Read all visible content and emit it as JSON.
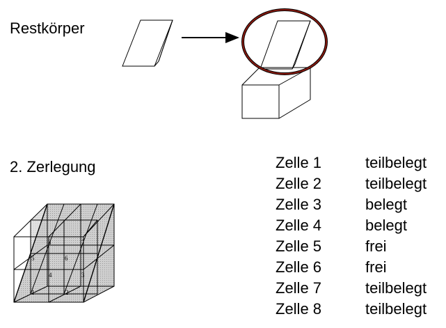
{
  "labels": {
    "restkoerper": "Restkörper",
    "zerlegung": "2. Zerlegung"
  },
  "cells": [
    {
      "name": "Zelle 1",
      "state": "teilbelegt"
    },
    {
      "name": "Zelle 2",
      "state": "teilbelegt"
    },
    {
      "name": "Zelle 3",
      "state": "belegt"
    },
    {
      "name": "Zelle 4",
      "state": "belegt"
    },
    {
      "name": "Zelle 5",
      "state": "frei"
    },
    {
      "name": "Zelle 6",
      "state": "frei"
    },
    {
      "name": "Zelle 7",
      "state": "teilbelegt"
    },
    {
      "name": "Zelle 8",
      "state": "teilbelegt"
    }
  ],
  "grid_numbers": [
    "1",
    "2",
    "3",
    "4",
    "5",
    "6",
    "7",
    "8"
  ],
  "colors": {
    "highlight_ring": "#8b1a10",
    "shaded_face": "#c8c8c8"
  }
}
